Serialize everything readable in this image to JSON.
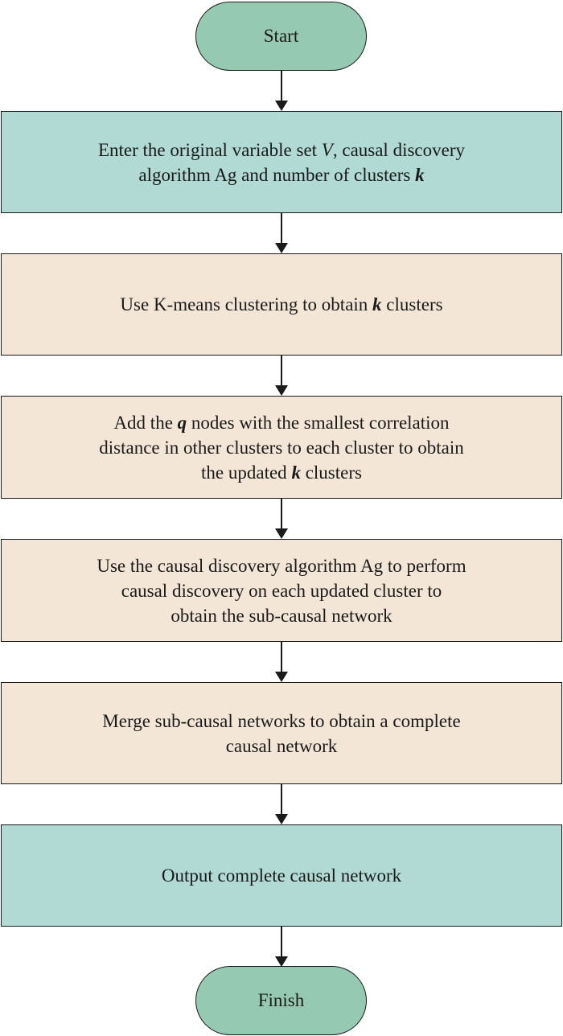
{
  "start": {
    "label": "Start"
  },
  "steps": [
    {
      "lines": [
        "Enter the original variable set ",
        "V",
        ", causal discovery",
        "algorithm Ag and number of clusters ",
        "k"
      ]
    },
    {
      "text_a": "Use K-means clustering to obtain ",
      "var": "k",
      "text_b": " clusters"
    },
    {
      "line1_a": "Add the ",
      "line1_var": "q",
      "line1_b": " nodes with the smallest correlation",
      "line2": "distance in other clusters to each cluster to obtain",
      "line3_a": "the updated ",
      "line3_var": "k",
      "line3_b": " clusters"
    },
    {
      "line1": "Use the causal discovery algorithm Ag to perform",
      "line2": "causal discovery on each updated cluster to",
      "line3": "obtain the sub-causal network"
    },
    {
      "line1": "Merge sub-causal networks to obtain a complete",
      "line2": "causal network"
    },
    {
      "line1": "Output complete causal network"
    }
  ],
  "finish": {
    "label": "Finish"
  },
  "colors": {
    "terminal": "#96c9b1",
    "teal_box": "#b0dad3",
    "beige_box": "#f4e6d6"
  }
}
